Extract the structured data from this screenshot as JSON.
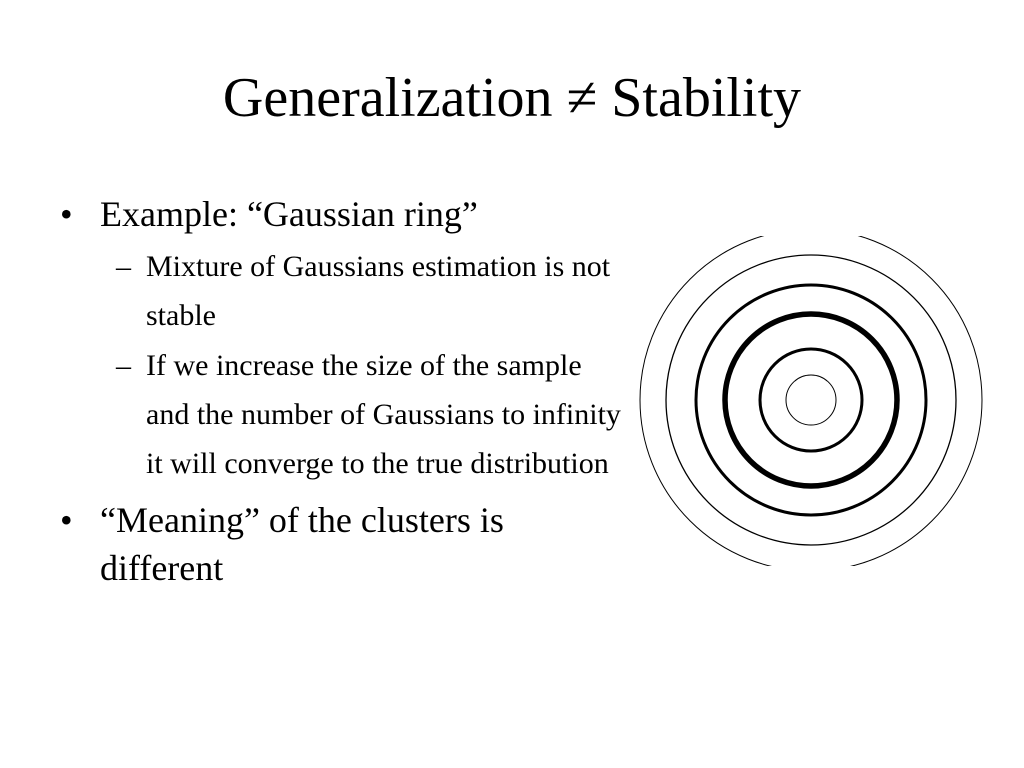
{
  "slide": {
    "title": "Generalization ≠ Stability",
    "bullets": [
      {
        "text": "Example: “Gaussian ring”",
        "sub": [
          {
            "text": "Mixture of Gaussians estimation is not stable"
          },
          {
            "text": "If we increase the size of the sample and the number of Gaussians to infinity it will converge to the true distribution"
          }
        ]
      },
      {
        "text": "“Meaning” of the clusters is different",
        "sub": []
      }
    ],
    "bullet_glyph": "•",
    "dash_glyph": "–"
  },
  "figure": {
    "name": "gaussian-ring-diagram",
    "stroke_color": "#000000"
  }
}
